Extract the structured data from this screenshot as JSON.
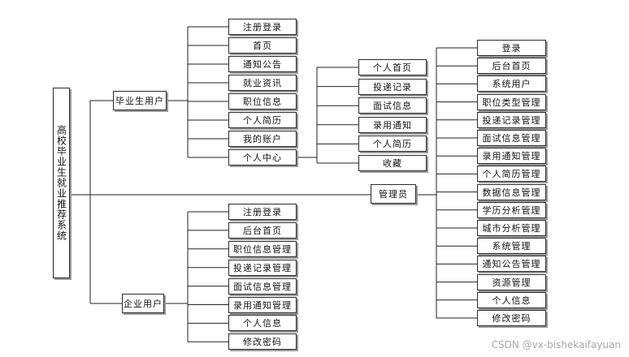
{
  "root": "高校毕业生就业推荐系统",
  "graduate": {
    "label": "毕业生用户",
    "items": [
      "注册登录",
      "首页",
      "通知公告",
      "就业资讯",
      "职位信息",
      "个人简历",
      "我的账户",
      "个人中心"
    ],
    "personal_center": [
      "个人首页",
      "投递记录",
      "面试信息",
      "录用通知",
      "个人简历",
      "收藏"
    ]
  },
  "admin": {
    "label": "管理员",
    "items": [
      "登录",
      "后台首页",
      "系统用户",
      "职位类型管理",
      "投递记录管理",
      "面试信息管理",
      "录用通知管理",
      "个人简历管理",
      "数据信息管理",
      "学历分析管理",
      "城市分析管理",
      "系统管理",
      "通知公告管理",
      "资源管理",
      "个人信息",
      "修改密码"
    ]
  },
  "company": {
    "label": "企业用户",
    "items": [
      "注册登录",
      "后台首页",
      "职位信息管理",
      "投递记录管理",
      "面试信息管理",
      "录用通知管理",
      "个人信息",
      "修改密码"
    ]
  },
  "watermark": "CSDN @vx-bishekaifayuan"
}
